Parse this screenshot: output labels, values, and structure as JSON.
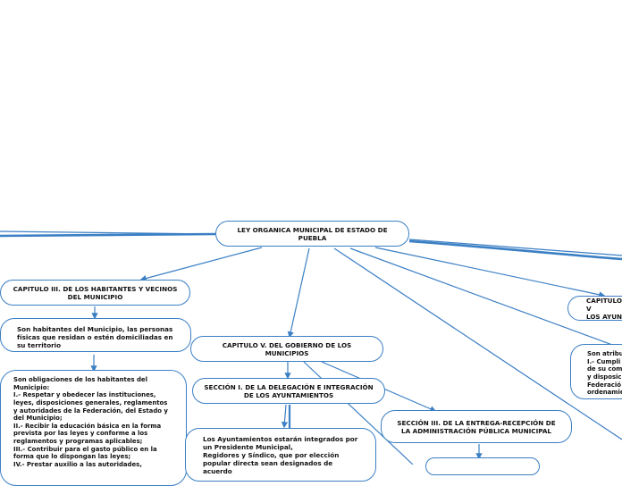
{
  "colors": {
    "line": "#3b7fc4",
    "border": "#3b7fc4",
    "text": "#111111",
    "background": "#ffffff"
  },
  "nodes": {
    "root": "LEY ORGANICA MUNICIPAL DE ESTADO DE PUEBLA",
    "cap3": "CAPITULO III. DE LOS HABITANTES Y VECINOS DEL MUNICIPIO",
    "habitantes": "Son habitantes del Municipio, las personas físicas que residan o estén domiciliadas en su territorio",
    "obligaciones": "Son obligaciones de los habitantes del Municipio:\nI.- Respetar y obedecer las instituciones, leyes, disposiciones generales, reglamentos y autoridades de la Federación, del Estado y del Municipio;\nII.- Recibir la educación básica en la forma prevista por las leyes y conforme a los reglamentos y programas aplicables;\nIII.- Contribuir para el gasto público en la forma que lo dispongan las leyes;\nIV.- Prestar auxilio a las autoridades,",
    "cap5": "CAPITULO V. DEL GOBIERNO DE LOS MUNICIPIOS",
    "sec1": "SECCIÓN I. DE LA DELEGACIÓN E INTEGRACIÓN DE LOS AYUNTAMIENTOS",
    "ayuntamientos": "Los Ayuntamientos estarán integrados por un Presidente Municipal,\nRegidores y Síndico, que por elección popular directa sean designados de acuerdo",
    "sec3": "SECCIÓN III. DE LA ENTREGA-RECEPCIÓN DE LA ADMINISTRACIÓN PÚBLICA MUNICIPAL",
    "cap_right": "CAPITULO V\nLOS AYUN",
    "atribuciones": "Son atribu\nI.- Cumpli\nde su com\ny disposic\nFederació\nordenamie"
  }
}
